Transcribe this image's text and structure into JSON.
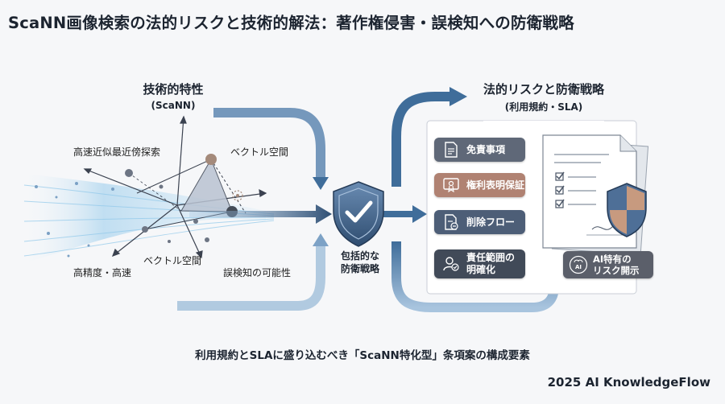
{
  "title": "ScaNN画像検索の法的リスクと技術的解法：著作権侵害・誤検知への防衛戦略",
  "left_panel": {
    "heading": "技術的特性",
    "subheading": "(ScaNN)",
    "labels": {
      "fast_search": "高速近似最近傍探索",
      "vector_space_top": "ベクトル空間",
      "precision_speed": "高精度・高速",
      "vector_space_bottom": "ベクトル空間",
      "false_detection": "誤検知の可能性"
    }
  },
  "center": {
    "label_line1": "包括的な",
    "label_line2": "防衛戦略"
  },
  "right_panel": {
    "heading": "法的リスクと防衛戦略",
    "subheading": "(利用規約・SLA)",
    "items": [
      {
        "line1": "免責事項",
        "line2": "",
        "color": "#5f6878"
      },
      {
        "line1": "権利表明保証",
        "line2": "",
        "color": "#b08272"
      },
      {
        "line1": "削除フロー",
        "line2": "",
        "color": "#4d5e77"
      },
      {
        "line1": "責任範囲の",
        "line2": "明確化",
        "color": "#414a58"
      }
    ],
    "ai_box": {
      "line1": "AI特有の",
      "line2": "リスク開示",
      "icon_text": "AI"
    }
  },
  "caption": "利用規約とSLAに盛り込むべき「ScaNN特化型」条項案の構成要素",
  "footer": "2025 AI KnowledgeFlow",
  "colors": {
    "arrow_blue": "#3f6d9a",
    "shield_blue": "#4e6f97",
    "shield_brown": "#b08272",
    "text_dark": "#1c2430"
  },
  "icons": {
    "center_shield": "shield-check-icon",
    "document": "document-stack-icon",
    "doc_shield": "shield-split-icon",
    "item_icons": [
      "document-lines-icon",
      "certificate-icon",
      "document-delete-icon",
      "person-check-icon"
    ],
    "ai_icon": "ai-brain-icon"
  }
}
